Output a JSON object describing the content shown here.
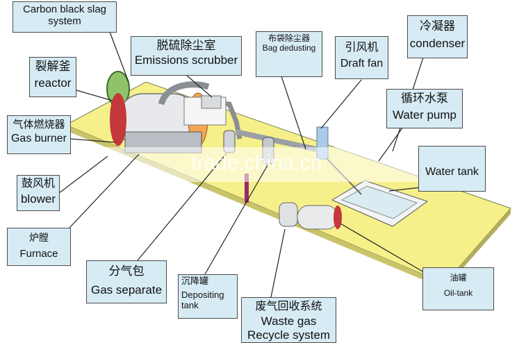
{
  "labels": {
    "carbon_black": {
      "en": "Carbon black slag system"
    },
    "emissions": {
      "cn": "脱硫除尘室",
      "en": "Emissions scrubber"
    },
    "bag": {
      "cn": "布袋除尘器",
      "en": "Bag dedusting"
    },
    "draft": {
      "cn": "引风机",
      "en": "Draft fan"
    },
    "condenser": {
      "cn": "冷凝器",
      "en": "condenser"
    },
    "reactor": {
      "cn": "裂解釜",
      "en": "reactor"
    },
    "burner": {
      "cn": "气体燃烧器",
      "en": "Gas burner"
    },
    "pump": {
      "cn": "循环水泵",
      "en": "Water pump"
    },
    "water_tank": {
      "en": "Water tank"
    },
    "blower": {
      "cn": "鼓风机",
      "en": "blower"
    },
    "furnace": {
      "cn": "炉膛",
      "en": "Furnace"
    },
    "gas_sep": {
      "cn": "分气包",
      "en": "Gas separate"
    },
    "depositing": {
      "cn": "沉降罐",
      "en": "Depositing tank"
    },
    "waste_gas": {
      "cn": "废气回收系统",
      "en": "Waste gas Recycle system"
    },
    "oil_tank": {
      "cn": "油罐",
      "en": "Oil-tank"
    }
  },
  "watermark": "trade.china.cn",
  "colors": {
    "platform": "#f6f08a",
    "label_bg": "#d7ebf4",
    "pipe": "#8a8f94"
  }
}
